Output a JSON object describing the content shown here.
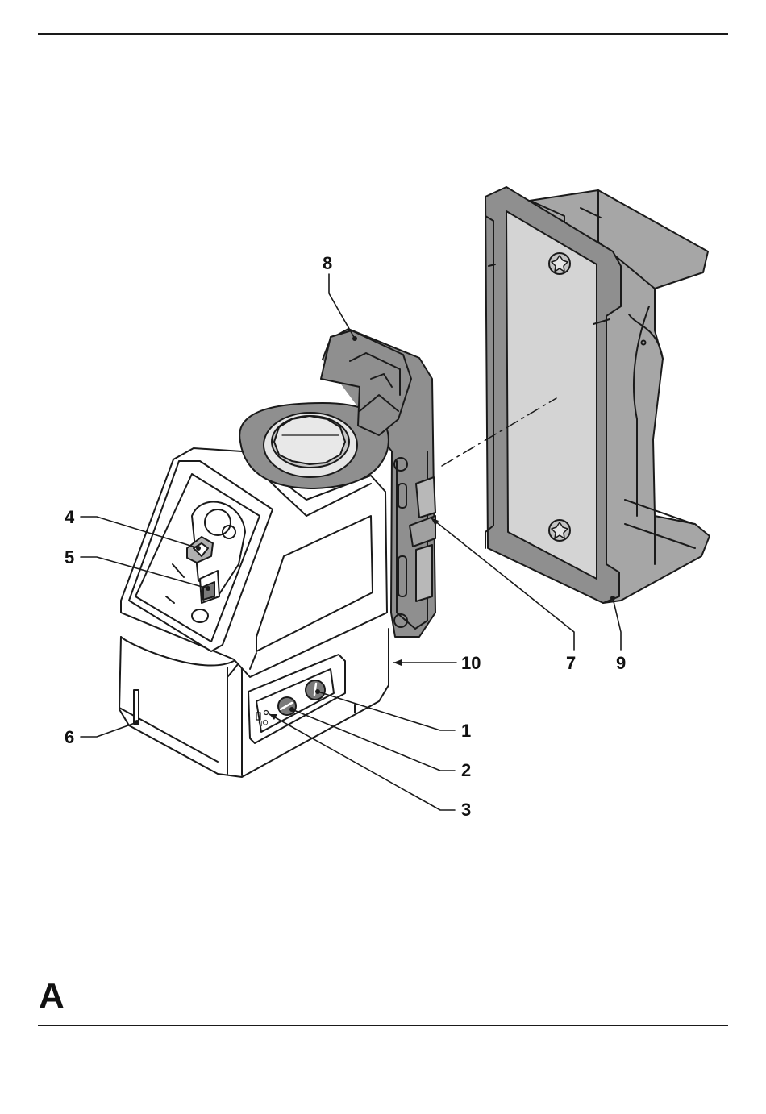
{
  "figure": {
    "letter": "A",
    "callouts": {
      "c1": "1",
      "c2": "2",
      "c3": "3",
      "c4": "4",
      "c5": "5",
      "c6": "6",
      "c7": "7",
      "c8": "8",
      "c9": "9",
      "c10": "10"
    },
    "device_marking": "I/O"
  }
}
